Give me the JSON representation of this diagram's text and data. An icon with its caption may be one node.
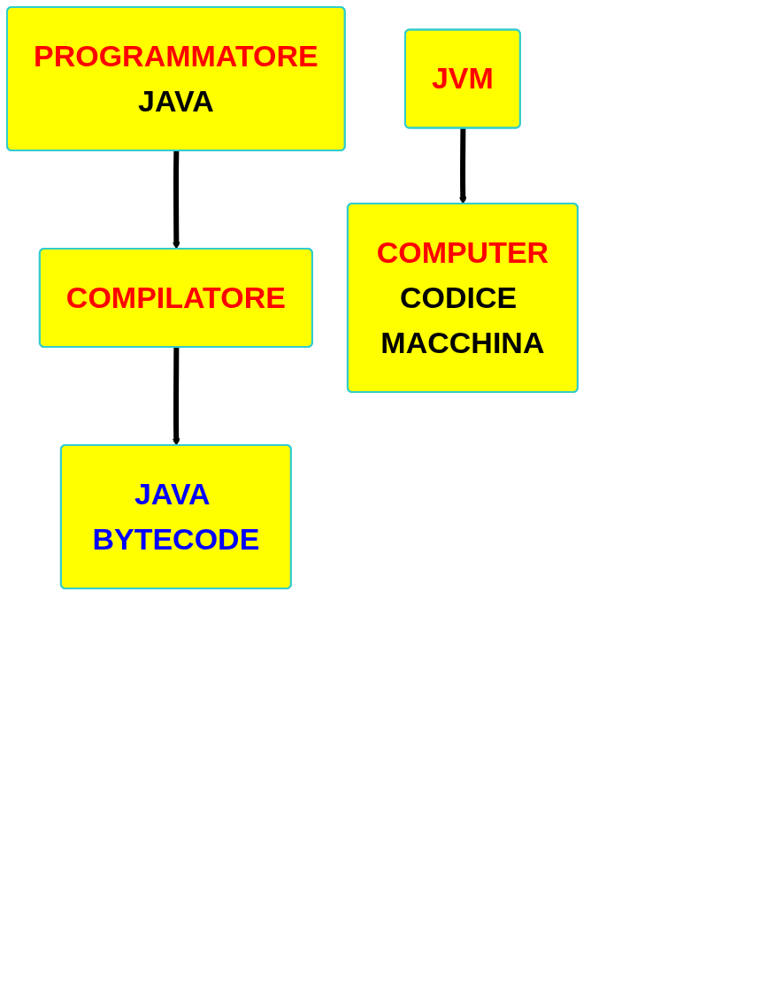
{
  "diagram": {
    "nodes": [
      {
        "text": [
          "PROGRAMMATORE",
          "JAVA"
        ]
      },
      {
        "text": [
          "COMPILATORE"
        ]
      },
      {
        "text": [
          "JAVA BYTECODE"
        ]
      },
      {
        "text": [
          "JVM"
        ]
      },
      {
        "text": [
          "COMPUTER",
          "CODICE MACCHINA"
        ]
      }
    ],
    "edges": [
      {
        "from": 0,
        "to": 1,
        "arrow": "to"
      },
      {
        "from": 1,
        "to": 2,
        "arrow": "to"
      },
      {
        "from": 3,
        "to": 4,
        "arrow": "to"
      }
    ]
  }
}
